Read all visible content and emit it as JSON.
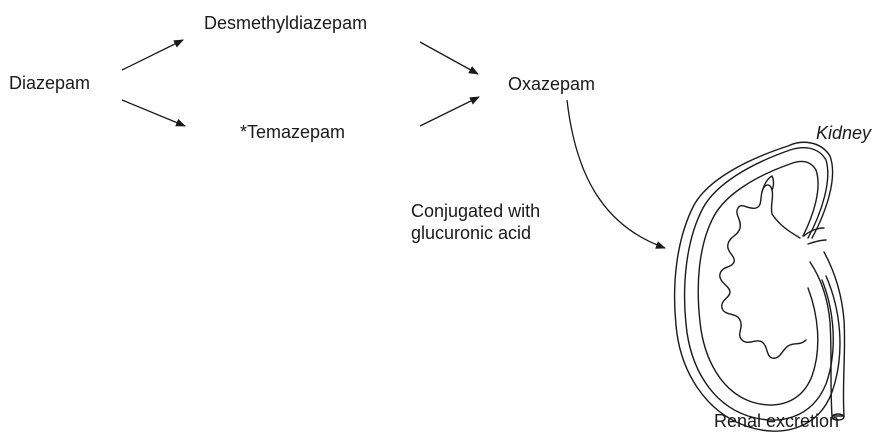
{
  "diagram": {
    "nodes": {
      "diazepam": "Diazepam",
      "desmethyldiazepam": "Desmethyldiazepam",
      "temazepam": "*Temazepam",
      "oxazepam": "Oxazepam"
    },
    "annotations": {
      "conjugation_line1": "Conjugated with",
      "conjugation_line2": "glucuronic acid",
      "kidney": "Kidney",
      "renal_excretion": "Renal excretion"
    },
    "edges": [
      {
        "from": "Diazepam",
        "to": "Desmethyldiazepam"
      },
      {
        "from": "Diazepam",
        "to": "*Temazepam"
      },
      {
        "from": "Desmethyldiazepam",
        "to": "Oxazepam"
      },
      {
        "from": "*Temazepam",
        "to": "Oxazepam"
      },
      {
        "from": "Oxazepam",
        "to": "Kidney"
      }
    ],
    "colors": {
      "stroke": "#1a1a1a",
      "background": "#ffffff"
    }
  }
}
